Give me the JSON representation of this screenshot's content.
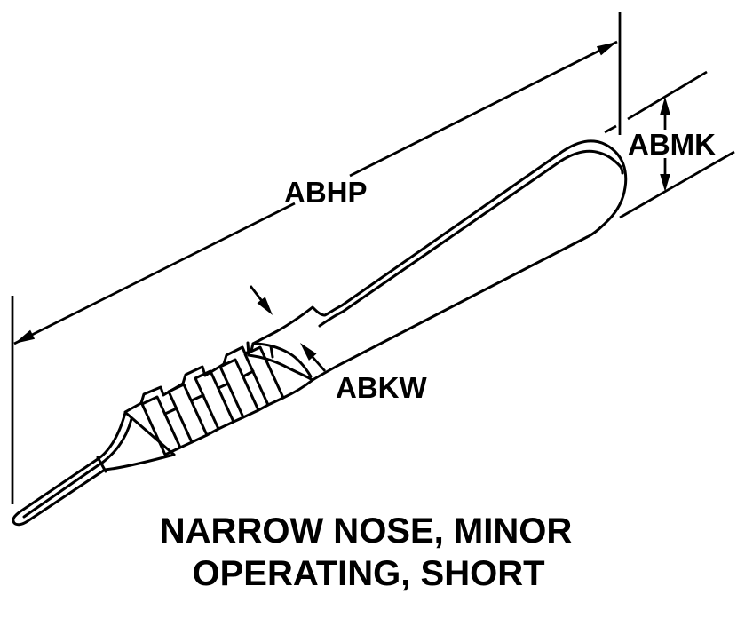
{
  "figure": {
    "caption_line1": "NARROW NOSE, MINOR",
    "caption_line2": "OPERATING, SHORT",
    "labels": {
      "abhp": "ABHP",
      "abmk": "ABMK",
      "abkw": "ABKW"
    },
    "colors": {
      "line": "#000000",
      "background": "#ffffff"
    }
  }
}
